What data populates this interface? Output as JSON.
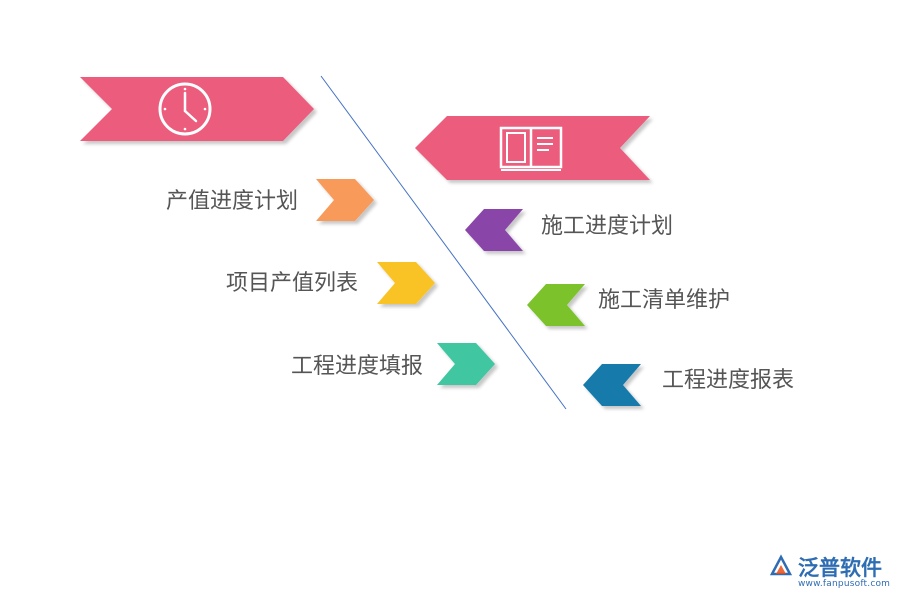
{
  "left_items": [
    "产值进度计划",
    "项目产值列表",
    "工程进度填报"
  ],
  "right_items": [
    "施工进度计划",
    "施工清单维护",
    "工程进度报表"
  ],
  "header_icons": {
    "left": "clock-icon",
    "right": "book-icon"
  },
  "colors": {
    "banner": "#ec5b7c",
    "left_chevrons": [
      "#f79a5a",
      "#f9c327",
      "#3fc6a0"
    ],
    "right_chevrons": [
      "#8a45a8",
      "#7cc22a",
      "#137aab"
    ],
    "divider": "#4472c4",
    "label_text": "#555555",
    "brand": "#2f6db3"
  },
  "brand": {
    "name": "泛普软件",
    "url": "www.fanpusoft.com"
  }
}
